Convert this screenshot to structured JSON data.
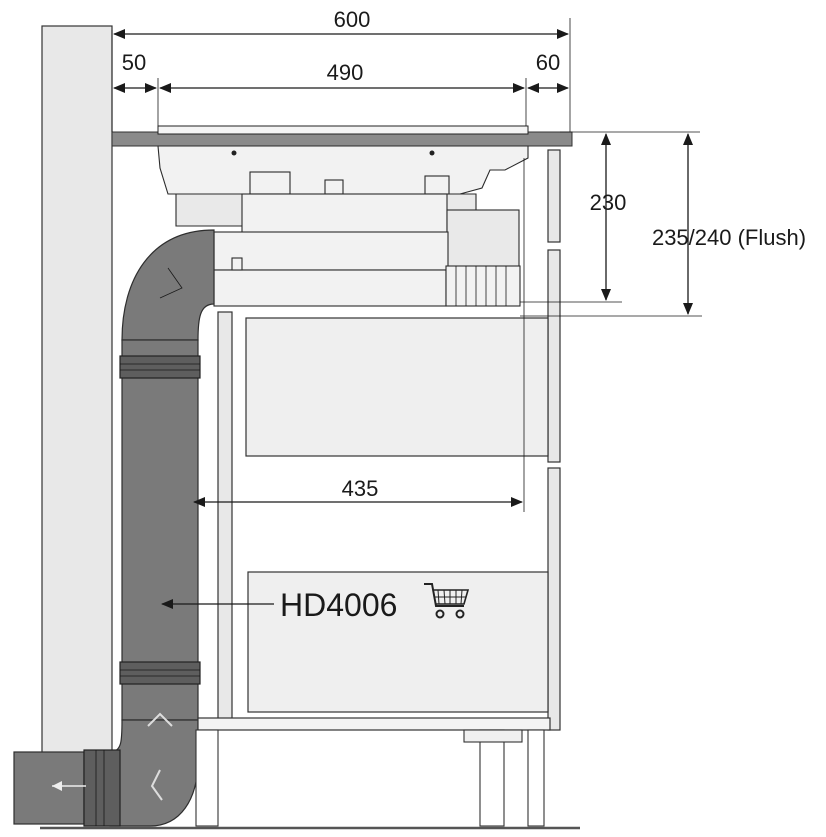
{
  "dimensions": {
    "total_width": "600",
    "left_gap": "50",
    "hob_width": "490",
    "right_gap": "60",
    "depth_230": "230",
    "depth_flush": "235/240 (Flush)",
    "inner_width": "435"
  },
  "part_label": "HD4006",
  "icons": {
    "cart": "shopping-cart-icon",
    "arrow_duct": "arrow-left-icon",
    "arrow_out": "arrow-left-icon",
    "chevron_up": "chevron-up-icon",
    "chevron_flow": "chevron-down-icon"
  }
}
